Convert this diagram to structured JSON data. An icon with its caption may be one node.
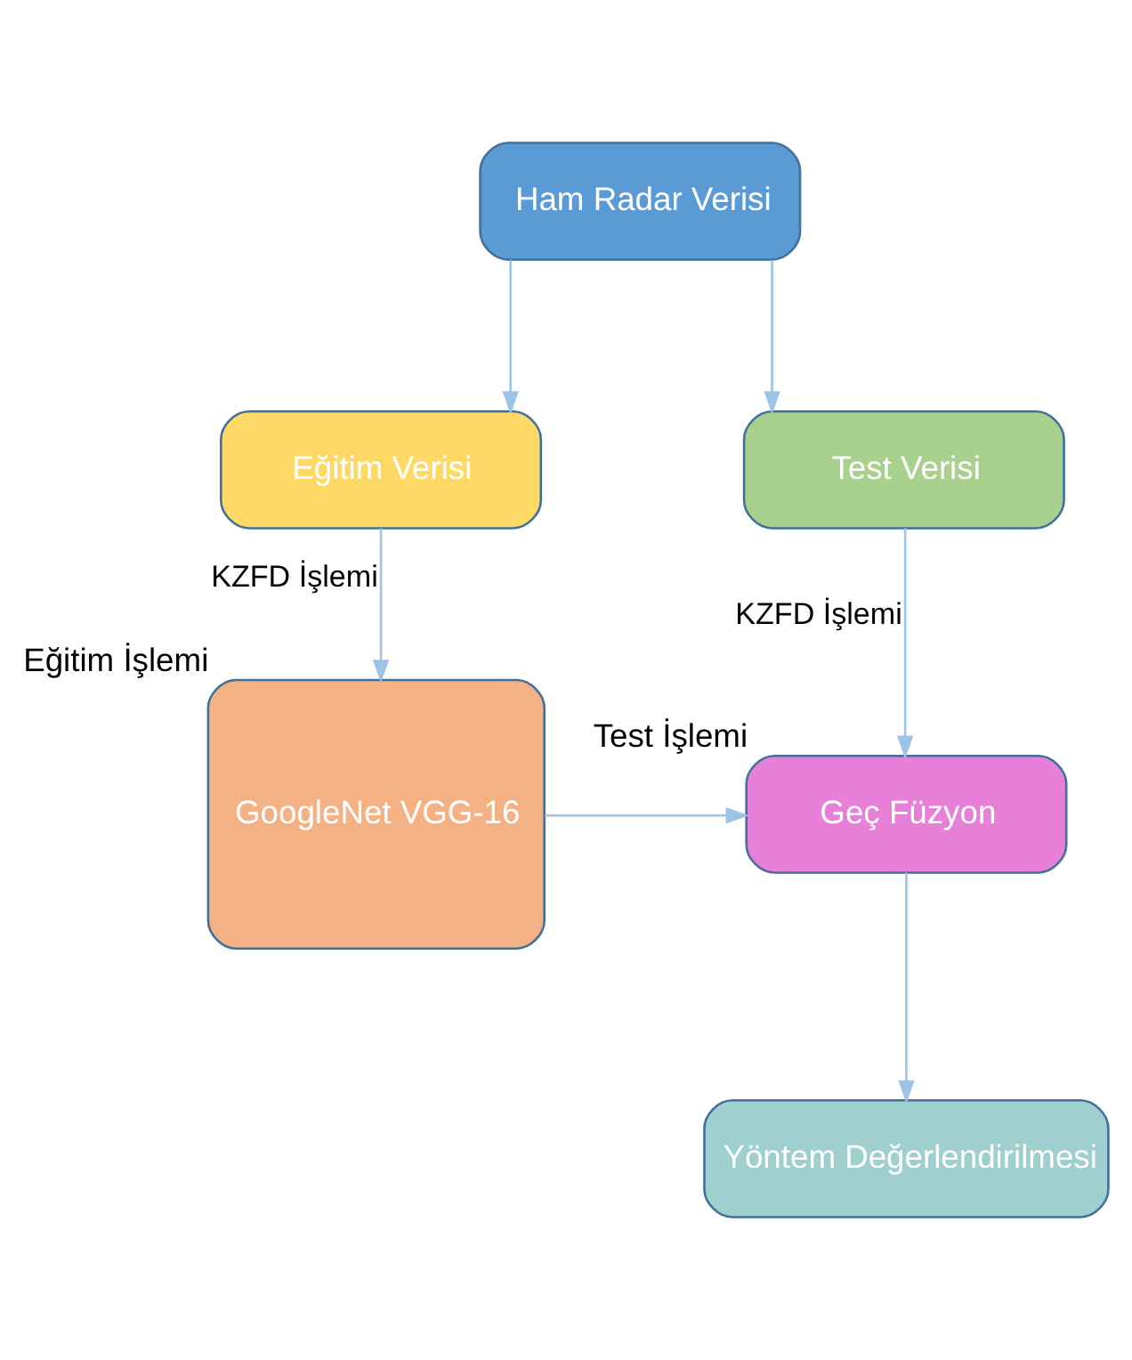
{
  "diagram": {
    "nodes": [
      {
        "text": [
          "Ham Radar Verisi"
        ]
      },
      {
        "text": [
          "Eğitim Verisi"
        ]
      },
      {
        "text": [
          "Test Verisi"
        ]
      },
      {
        "text": [
          "GoogleNet VGG-16"
        ],
        "beside": [
          "Eğitim İşlemi"
        ]
      },
      {
        "text": [
          "Geç Füzyon"
        ],
        "beside": [
          "Test İşlemi"
        ]
      },
      {
        "text": [
          "Yöntem Değerlendirilmesi"
        ]
      }
    ],
    "edges": [
      {
        "from": 0,
        "to": 1,
        "arrow": "to"
      },
      {
        "from": 0,
        "to": 2,
        "arrow": "to"
      },
      {
        "from": 1,
        "to": 3,
        "arrow": "to",
        "label": "KZFD İşlemi"
      },
      {
        "from": 2,
        "to": 4,
        "arrow": "to",
        "label": "KZFD İşlemi"
      },
      {
        "from": 3,
        "to": 4,
        "arrow": "to"
      },
      {
        "from": 4,
        "to": 5,
        "arrow": "to"
      }
    ]
  }
}
